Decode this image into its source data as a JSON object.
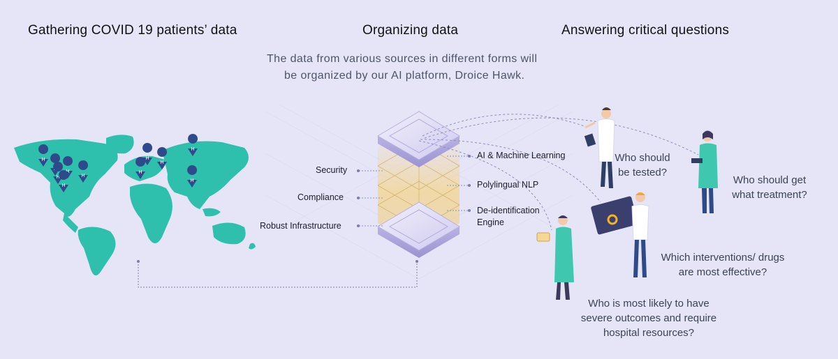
{
  "headings": {
    "gather": "Gathering COVID 19 patients’ data",
    "organize": "Organizing data",
    "answer": "Answering critical questions"
  },
  "description": {
    "line1": "The  data  from  various  sources  in different  forms  will",
    "line2": "be  organized by  our AI platform, Droice Hawk."
  },
  "left_labels": {
    "security": "Security",
    "compliance": "Compliance",
    "infrastructure": "Robust Infrastructure"
  },
  "right_labels": {
    "ai": "AI & Machine Learning",
    "nlp": "Polylingual NLP",
    "deid_line1": "De-identification",
    "deid_line2": "Engine"
  },
  "questions": {
    "q1_line1": "Who should",
    "q1_line2": "be tested?",
    "q2_line1": "Who should get",
    "q2_line2": "what treatment?",
    "q3_line1": "Which interventions/ drugs",
    "q3_line2": "are most effective?",
    "q4_line1": "Who is most likely to have",
    "q4_line2": "severe outcomes and require",
    "q4_line3": "hospital resources?"
  },
  "colors": {
    "background": "#e6e5f7",
    "map": "#2ebfad",
    "marker": "#2f4a8a",
    "platform": "#d9d6f5",
    "platform_glow": "#f5c24b",
    "connector": "#7a7fa8",
    "doctor_coat": "#3fc7b0"
  },
  "icons": {
    "map_marker": "hospital-marker-icon",
    "platform": "server-stack-icon"
  }
}
